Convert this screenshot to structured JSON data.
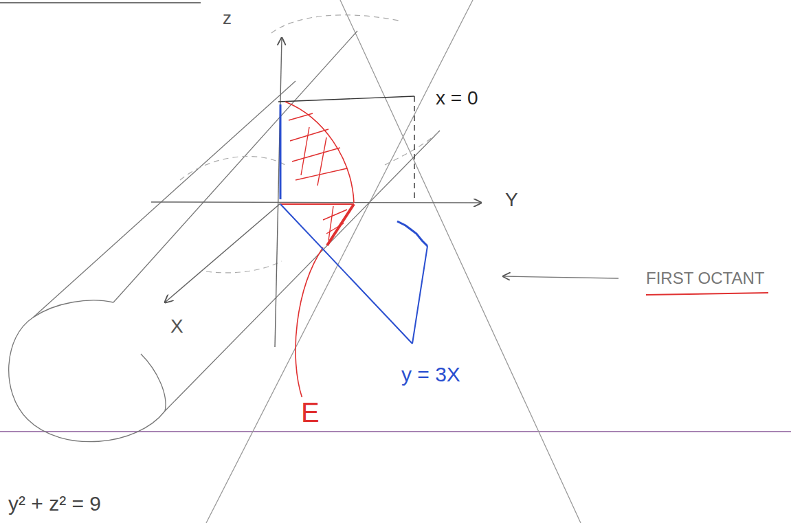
{
  "diagram": {
    "labels": [
      "z",
      "x = 0",
      "Y",
      "X",
      "FIRST OCTANT",
      "y = 3X",
      "E",
      "y² + z² = 9"
    ]
  }
}
